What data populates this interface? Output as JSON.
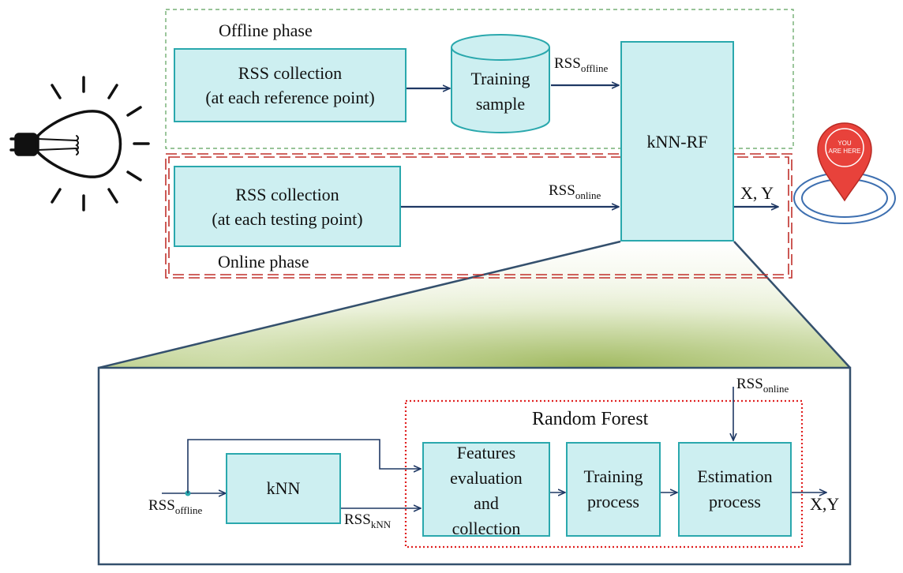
{
  "offline_phase_label": "Offline phase",
  "online_phase_label": "Online phase",
  "rss_collection_reference": [
    "RSS collection",
    "(at each reference point)"
  ],
  "rss_collection_testing": [
    "RSS collection",
    "(at each testing point)"
  ],
  "training_sample": [
    "Training",
    "sample"
  ],
  "knn_rf": "kNN-RF",
  "rss_main": "RSS",
  "sub_offline": "offline",
  "sub_online": "online",
  "sub_knn": "kNN",
  "output_xy": "X, Y",
  "pin_text": [
    "YOU",
    "ARE HERE"
  ],
  "detail": {
    "random_forest_title": "Random Forest",
    "knn": "kNN",
    "features": [
      "Features",
      "evaluation",
      "and",
      "collection"
    ],
    "training_process": [
      "Training",
      "process"
    ],
    "estimation_process": [
      "Estimation",
      "process"
    ],
    "output_xy": "X,Y"
  },
  "colors": {
    "box_fill": "#cdeff1",
    "box_border": "#2aa8ad",
    "arrow": "#1f3864",
    "offline_frame": "#5aa05a",
    "online_frame": "#c0302b",
    "rf_frame": "#e02020",
    "pin_red": "#e8423b"
  },
  "icons": [
    "light-bulb-icon",
    "location-pin-icon"
  ]
}
